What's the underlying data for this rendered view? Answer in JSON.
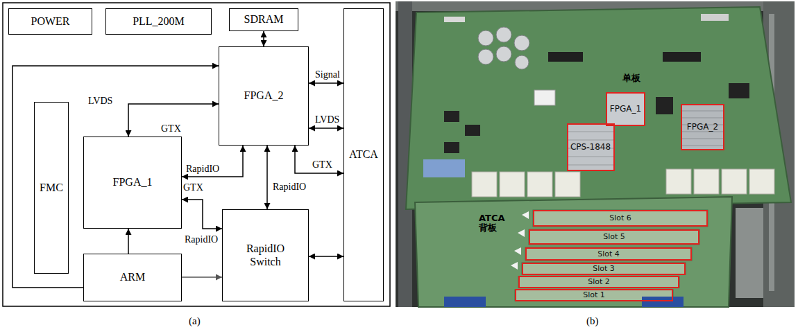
{
  "diagram": {
    "nodes": [
      {
        "text": [
          "POWER"
        ]
      },
      {
        "text": [
          "PLL_200M"
        ]
      },
      {
        "text": [
          "SDRAM"
        ]
      },
      {
        "text": [
          "ATCA"
        ]
      },
      {
        "text": [
          "FPGA_2"
        ]
      },
      {
        "text": [
          "FMC"
        ]
      },
      {
        "text": [
          "FPGA_1"
        ]
      },
      {
        "text": [
          "RapidIO Switch"
        ]
      },
      {
        "text": [
          "ARM"
        ]
      },
      {
        "text": [
          "FPGA_1"
        ]
      },
      {
        "text": [
          "FPGA_2"
        ]
      },
      {
        "text": [
          "CPS-1848"
        ]
      },
      {
        "text": [
          "Slot 6"
        ]
      },
      {
        "text": [
          "Slot 5"
        ]
      },
      {
        "text": [
          "Slot 4"
        ]
      },
      {
        "text": [
          "Slot 3"
        ]
      },
      {
        "text": [
          "Slot 2"
        ]
      },
      {
        "text": [
          "Slot 1"
        ]
      }
    ],
    "edges": [
      {
        "from": 8,
        "to": 4,
        "arrow": "to"
      },
      {
        "from": 6,
        "to": 4,
        "label": "LVDS",
        "arrow": "both"
      },
      {
        "from": 6,
        "to": 4,
        "label": "RapidIO",
        "arrow": "both"
      },
      {
        "from": 4,
        "to": 7,
        "label": "RapidIO",
        "arrow": "both"
      },
      {
        "from": 6,
        "to": 7,
        "label": "RapidIO",
        "arrow": "both"
      },
      {
        "from": 8,
        "to": 6,
        "arrow": "to"
      },
      {
        "from": 8,
        "to": 7,
        "arrow": "to"
      },
      {
        "from": 7,
        "to": 3,
        "arrow": "both"
      },
      {
        "from": 2,
        "to": 4,
        "arrow": "both"
      },
      {
        "from": 4,
        "to": 3,
        "label": "Signal",
        "arrow": "both"
      },
      {
        "from": 4,
        "to": 3,
        "label": "LVDS",
        "arrow": "both"
      },
      {
        "from": 4,
        "to": 3,
        "label": "GTX",
        "arrow": "both"
      }
    ],
    "labels": [
      "GTX",
      "GTX",
      "(a)",
      "单板",
      "ATCA 背板",
      "(b)"
    ]
  }
}
